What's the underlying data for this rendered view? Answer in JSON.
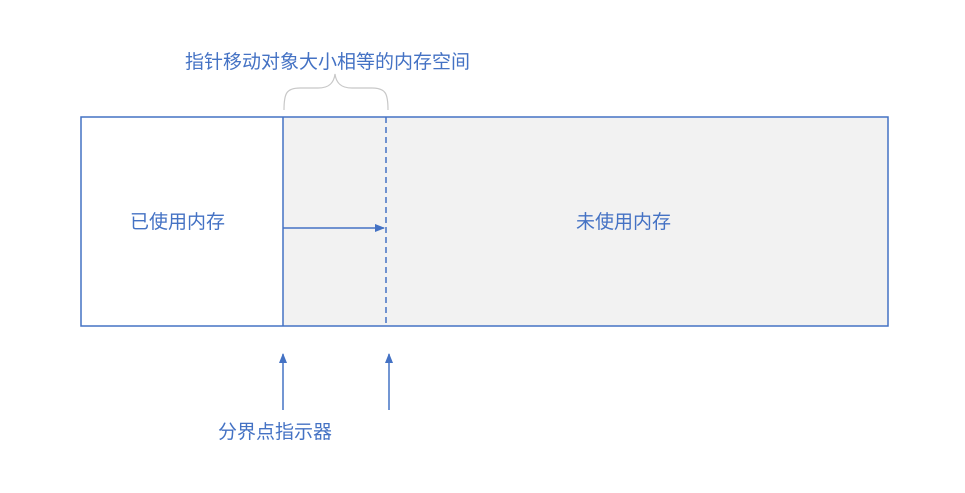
{
  "labels": {
    "moved_size_note": "指针移动对象大小相等的内存空间",
    "used_memory": "已使用内存",
    "unused_memory": "未使用内存",
    "boundary_pointer": "分界点指示器"
  },
  "colors": {
    "accent": "#4472C4",
    "used_fill": "#FFFFFF",
    "unused_fill": "#F2F2F2"
  }
}
